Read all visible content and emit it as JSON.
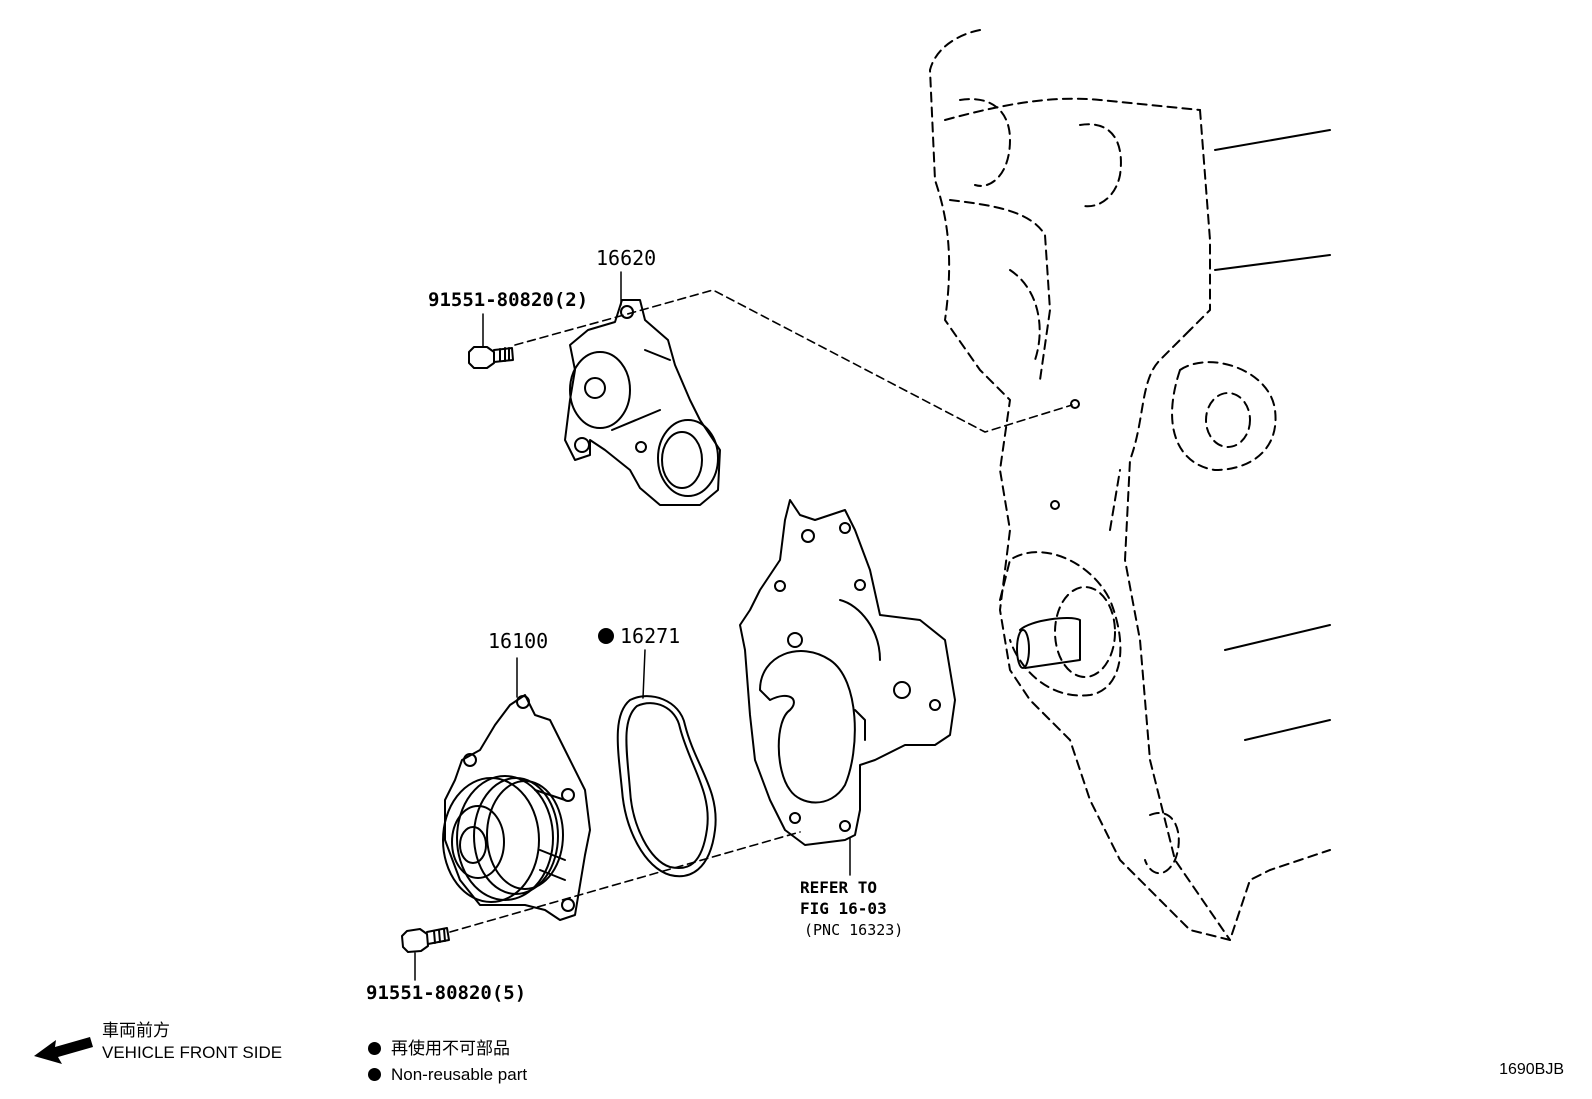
{
  "parts": {
    "tensioner": {
      "pnc": "16620"
    },
    "bolt_top": {
      "code": "91551-80820(2)"
    },
    "water_pump": {
      "pnc": "16100"
    },
    "gasket": {
      "pnc": "16271"
    },
    "bolt_bottom": {
      "code": "91551-80820(5)"
    }
  },
  "refer_note": {
    "line1": "REFER TO",
    "line2": "FIG 16-03",
    "line3": "(PNC 16323)"
  },
  "front_side": {
    "japanese": "車両前方",
    "english": "VEHICLE FRONT SIDE"
  },
  "legend": {
    "japanese": "再使用不可部品",
    "english": "Non-reusable part"
  },
  "figure_code": "1690BJB"
}
